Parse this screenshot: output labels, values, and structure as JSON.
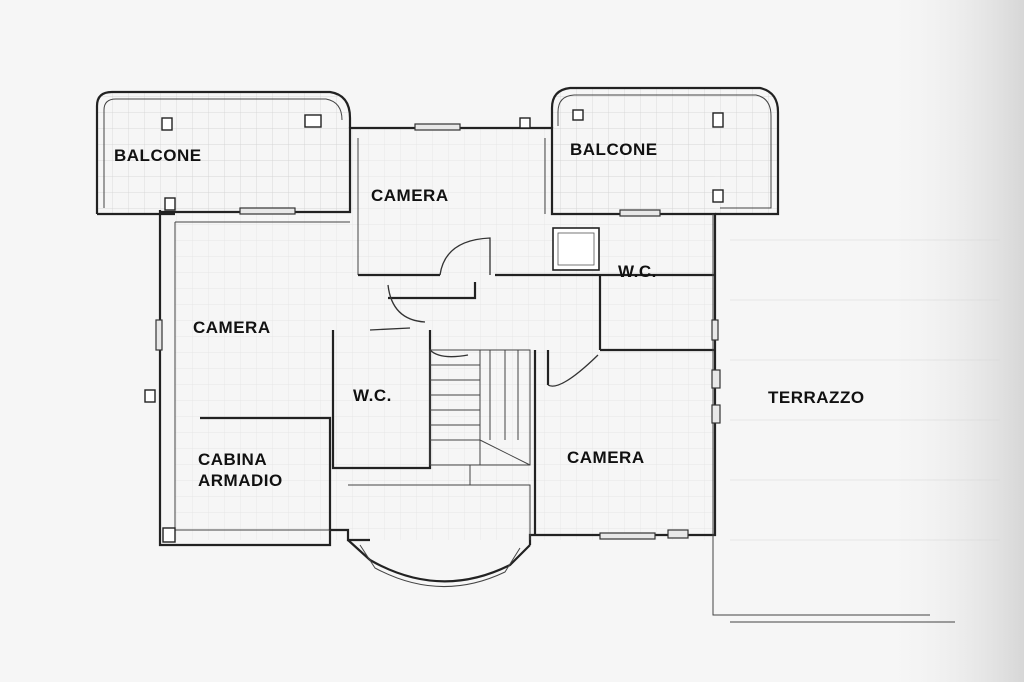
{
  "rooms": {
    "balcone_left": "BALCONE",
    "balcone_right": "BALCONE",
    "camera_top": "CAMERA",
    "wc_top": "W.C.",
    "camera_left": "CAMERA",
    "wc_center": "W.C.",
    "terrazzo": "TERRAZZO",
    "cabina_line1": "CABINA",
    "cabina_line2": "ARMADIO",
    "camera_right": "CAMERA"
  },
  "colors": {
    "background": "#f6f6f6",
    "walls": "#222222",
    "text": "#111111"
  }
}
